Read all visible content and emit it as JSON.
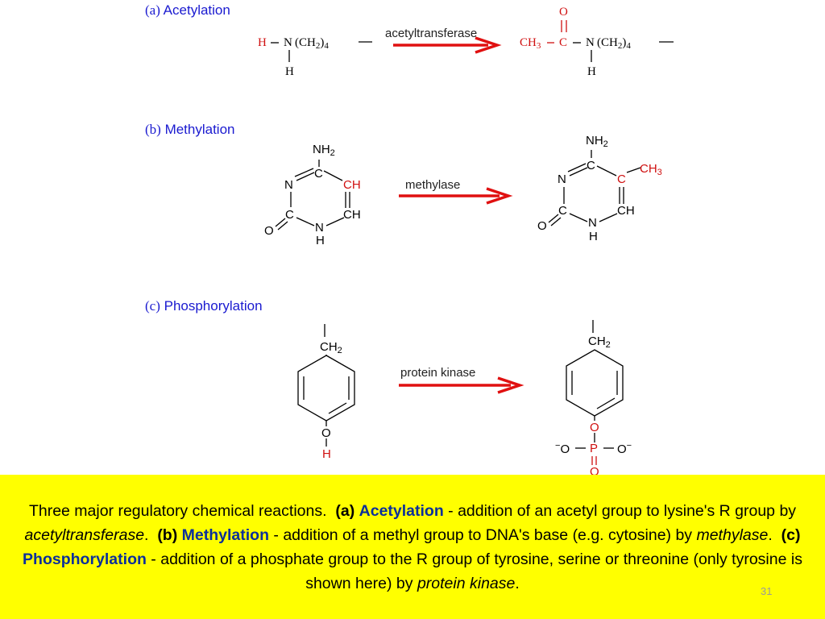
{
  "sections": {
    "acetylation": {
      "label": "(a)",
      "title": "Acetylation",
      "enzyme": "acetyltransferase",
      "left": {
        "h_red": "H",
        "bond_dash": "−",
        "n": "N",
        "chain": "(CH",
        "chain_sub": "2",
        "chain_close": ")",
        "chain_count": "4",
        "h_below": "H"
      },
      "right": {
        "ch3": "CH",
        "ch3_sub": "3",
        "c": "C",
        "o": "O",
        "n": "N",
        "chain": "(CH",
        "chain_sub": "2",
        "chain_close": ")",
        "chain_count": "4",
        "h_below": "H"
      }
    },
    "methylation": {
      "label": "(b)",
      "title": "Methylation",
      "enzyme": "methylase",
      "left": {
        "nh2": "NH",
        "nh2_sub": "2",
        "n": "N",
        "c_top": "C",
        "ch_red": "CH",
        "c_left": "C",
        "ch_right": "CH",
        "o": "O",
        "n_bottom": "N",
        "h_bottom": "H"
      },
      "right": {
        "nh2": "NH",
        "nh2_sub": "2",
        "n": "N",
        "c_top": "C",
        "c_red": "C",
        "ch3": "CH",
        "ch3_sub": "3",
        "c_left": "C",
        "ch_right": "CH",
        "o": "O",
        "n_bottom": "N",
        "h_bottom": "H"
      }
    },
    "phosphorylation": {
      "label": "(c)",
      "title": "Phosphorylation",
      "enzyme": "protein kinase",
      "left": {
        "ch2": "CH",
        "ch2_sub": "2",
        "o": "O",
        "h_red": "H"
      },
      "right": {
        "ch2": "CH",
        "ch2_sub": "2",
        "o_top": "O",
        "o_minus_left": "O",
        "p": "P",
        "o_minus_right": "O",
        "o_bottom": "O",
        "minus": "−"
      }
    }
  },
  "caption": {
    "intro": "Three major regulatory chemical reactions.",
    "a_label": "(a)",
    "a_kw": "Acetylation",
    "a_text": " - addition of an acetyl group to lysine's R group by ",
    "a_enzyme": "acetyltransferase",
    "b_label": "(b)",
    "b_kw": "Methylation",
    "b_text": " - addition of a methyl group to DNA's base (e.g. cytosine) by ",
    "b_enzyme": "methylase",
    "c_label": "(c)",
    "c_kw": "Phosphorylation",
    "c_text": " - addition of a phosphate group to the R group of tyrosine, serine or threonine (only tyrosine is shown here) by ",
    "c_enzyme": "protein kinase",
    "end": "."
  },
  "page_number": "31",
  "colors": {
    "title_blue": "#1a1ad0",
    "arrow_red": "#e01010",
    "atom_red": "#d01010",
    "caption_bg": "#ffff00",
    "keyword_blue": "#0b2f9a"
  }
}
